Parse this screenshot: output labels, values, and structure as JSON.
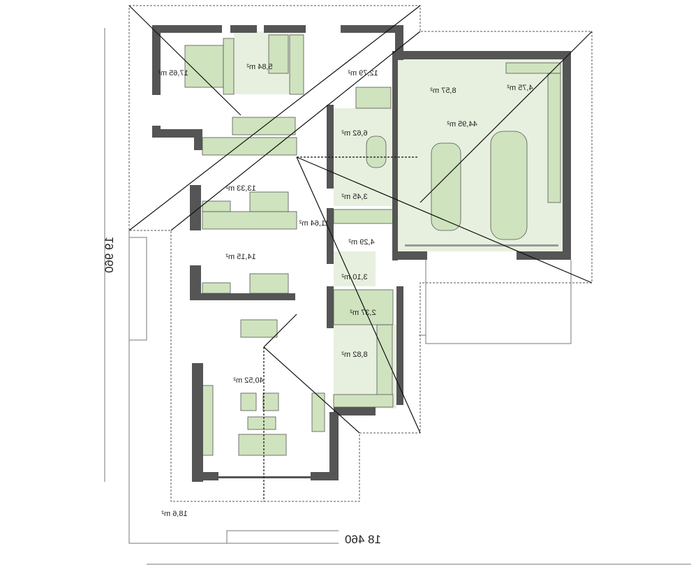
{
  "rooms": [
    {
      "name": "bedroom-master",
      "area": "17,65 m²"
    },
    {
      "name": "bathroom-master",
      "area": "5,84 m²"
    },
    {
      "name": "room-top-right",
      "area": "12,79 m²"
    },
    {
      "name": "garage-storage",
      "area": "8,57 m²"
    },
    {
      "name": "garage-closet",
      "area": "4,75 m²"
    },
    {
      "name": "garage",
      "area": "44,95 m²"
    },
    {
      "name": "bathroom",
      "area": "6,62 m²"
    },
    {
      "name": "wc",
      "area": "3,45 m²"
    },
    {
      "name": "bedroom-1",
      "area": "13,33 m²"
    },
    {
      "name": "hallway",
      "area": "11,64 m²"
    },
    {
      "name": "utility",
      "area": "4,29 m²"
    },
    {
      "name": "bedroom-2",
      "area": "14,15 m²"
    },
    {
      "name": "entry",
      "area": "3,10 m²"
    },
    {
      "name": "pantry",
      "area": "2,37 m²"
    },
    {
      "name": "kitchen",
      "area": "8,82 m²"
    },
    {
      "name": "living-dining",
      "area": "40,52 m²"
    },
    {
      "name": "terrace",
      "area": "18,6 m²"
    }
  ],
  "dimensions": {
    "width": "18 460",
    "height": "19 960"
  },
  "colors": {
    "wall": "#555555",
    "furniture": "#cfe3bf",
    "floor_wet": "#e7f0de",
    "line": "#222222"
  }
}
